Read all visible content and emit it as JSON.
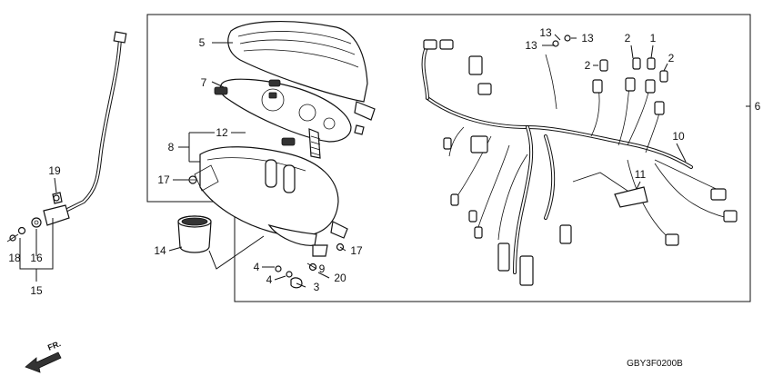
{
  "diagram_code": "GBY3F0200B",
  "front_marker": "FR.",
  "callouts": [
    {
      "key": "c1",
      "label": "1"
    },
    {
      "key": "c2a",
      "label": "2"
    },
    {
      "key": "c2b",
      "label": "2"
    },
    {
      "key": "c2c",
      "label": "2"
    },
    {
      "key": "c3",
      "label": "3"
    },
    {
      "key": "c4a",
      "label": "4"
    },
    {
      "key": "c4b",
      "label": "4"
    },
    {
      "key": "c5",
      "label": "5"
    },
    {
      "key": "c6",
      "label": "6"
    },
    {
      "key": "c7",
      "label": "7"
    },
    {
      "key": "c8",
      "label": "8"
    },
    {
      "key": "c9",
      "label": "9"
    },
    {
      "key": "c10",
      "label": "10"
    },
    {
      "key": "c11",
      "label": "11"
    },
    {
      "key": "c12",
      "label": "12"
    },
    {
      "key": "c13a",
      "label": "13"
    },
    {
      "key": "c13b",
      "label": "13"
    },
    {
      "key": "c13c",
      "label": "13"
    },
    {
      "key": "c14",
      "label": "14"
    },
    {
      "key": "c15",
      "label": "15"
    },
    {
      "key": "c16",
      "label": "16"
    },
    {
      "key": "c17a",
      "label": "17"
    },
    {
      "key": "c17b",
      "label": "17"
    },
    {
      "key": "c18",
      "label": "18"
    },
    {
      "key": "c19",
      "label": "19"
    },
    {
      "key": "c20",
      "label": "20"
    }
  ]
}
